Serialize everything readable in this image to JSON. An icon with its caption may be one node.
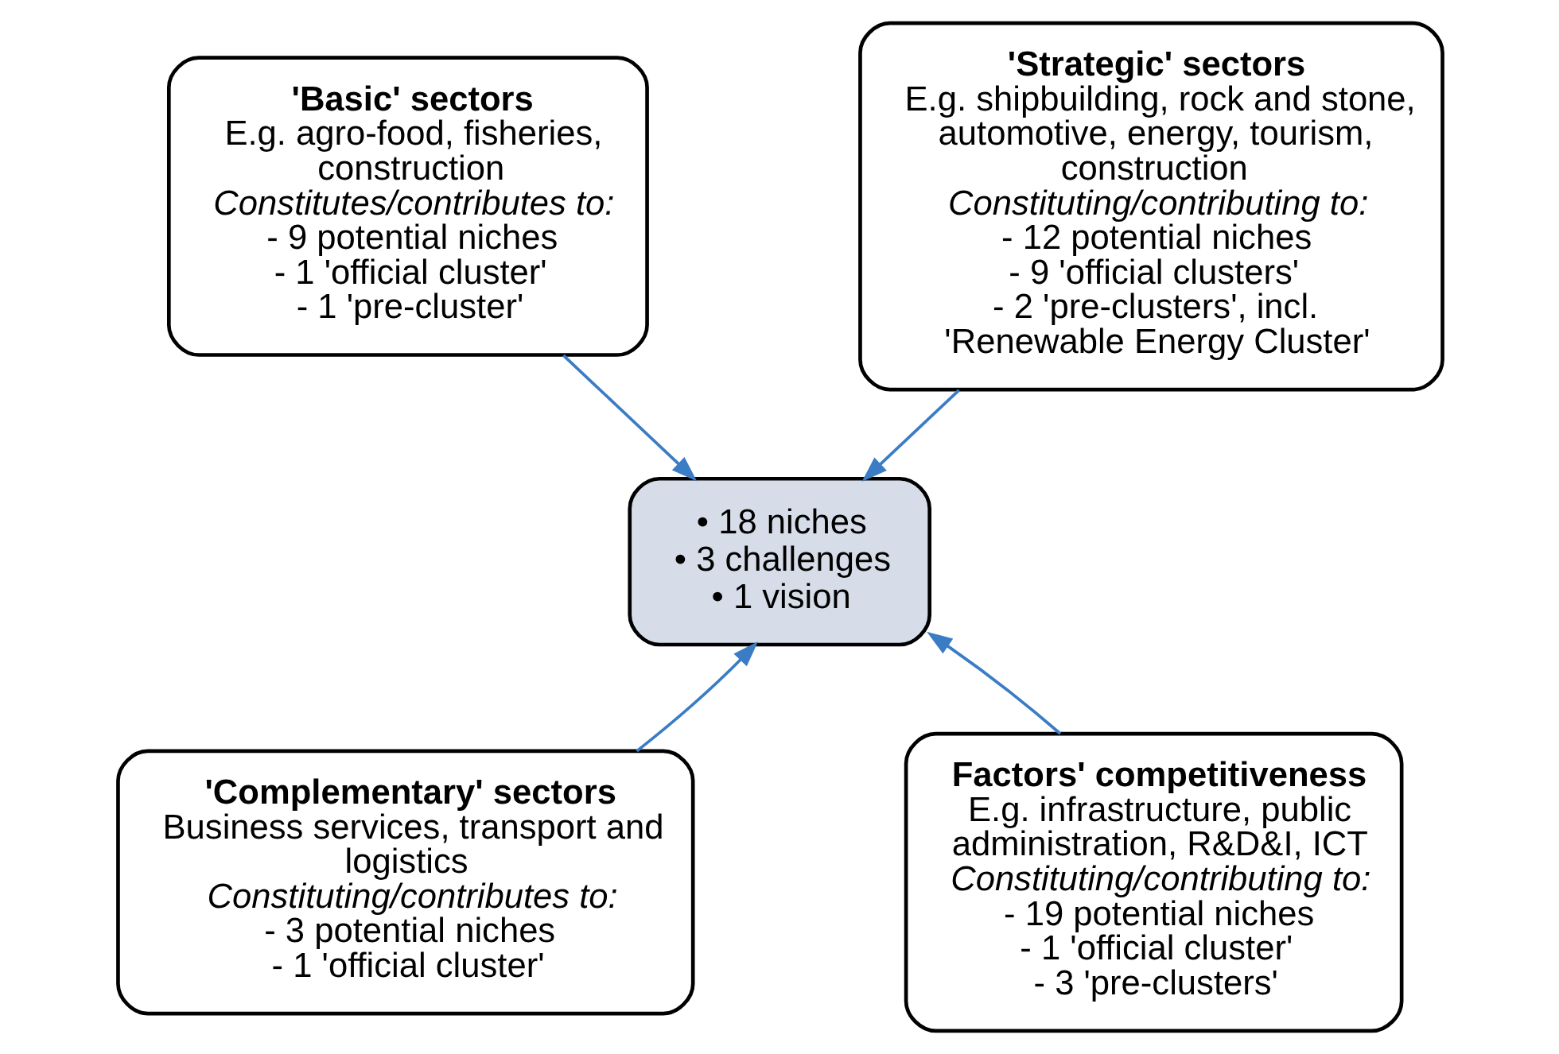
{
  "diagram": {
    "nodes": [
      {
        "text": [
          "'Basic' sectors",
          "E.g. agro-food, fisheries, construction",
          "Constitutes/contributes to:",
          "- 9 potential niches",
          "- 1 'official cluster'",
          "- 1 'pre-cluster'"
        ]
      },
      {
        "text": [
          "'Strategic' sectors",
          "E.g. shipbuilding, rock and stone, automotive, energy, tourism, construction",
          "Constituting/contributing to:",
          "- 12 potential niches",
          "- 9 'official clusters'",
          "- 2 'pre-clusters', incl. 'Renewable Energy Cluster'"
        ]
      },
      {
        "text": [
          "• 18 niches",
          "• 3 challenges",
          "• 1 vision"
        ]
      },
      {
        "text": [
          "'Complementary' sectors",
          "Business services, transport and logistics",
          "Constituting/contributes to:",
          "- 3 potential niches",
          "- 1 'official cluster'"
        ]
      },
      {
        "text": [
          "Factors' competitiveness",
          "E.g. infrastructure, public administration, R&D&I, ICT",
          "Constituting/contributing to:",
          "- 19 potential niches",
          "- 1 'official cluster'",
          "- 3 'pre-clusters'"
        ]
      }
    ],
    "edges": [
      {
        "from": 0,
        "to": 2,
        "arrow": "to"
      },
      {
        "from": 1,
        "to": 2,
        "arrow": "to"
      },
      {
        "from": 3,
        "to": 2,
        "arrow": "to"
      },
      {
        "from": 4,
        "to": 2,
        "arrow": "to"
      }
    ]
  }
}
